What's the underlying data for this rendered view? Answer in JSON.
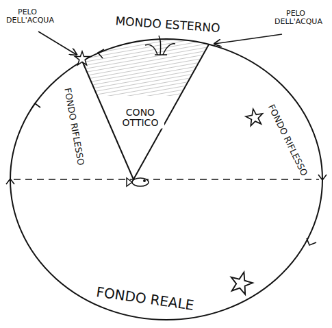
{
  "diagram": {
    "labels": [
      "PELO DELL'ACQUA",
      "MONDO ESTERNO",
      "PELO DELL'ACQUA",
      "FONDO RIFLESSO",
      "CONO OTTICO",
      "FONDO RIFLESSO",
      "FONDO REALE"
    ]
  }
}
